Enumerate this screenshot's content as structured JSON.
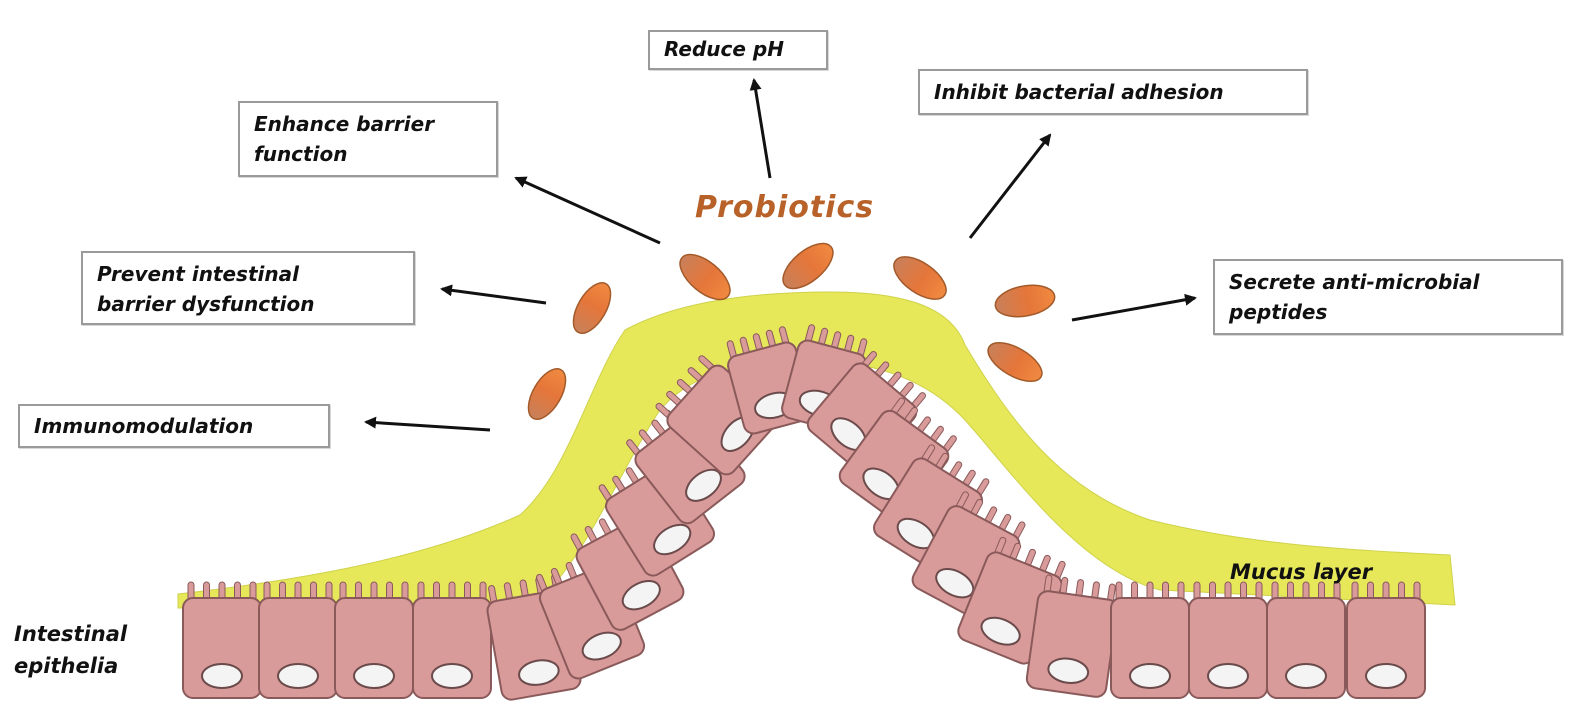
{
  "title": "Probiotics",
  "effects": {
    "reduce_ph": "Reduce pH",
    "inhibit_adhesion": "Inhibit bacterial adhesion",
    "enhance_barrier_line1": "Enhance barrier",
    "enhance_barrier_line2": "function",
    "prevent_dysfunction_line1": "Prevent intestinal",
    "prevent_dysfunction_line2": "barrier dysfunction",
    "secrete_peptides_line1": "Secrete anti-microbial",
    "secrete_peptides_line2": "peptides",
    "immunomodulation": "Immunomodulation"
  },
  "labels": {
    "mucus_layer": "Mucus layer",
    "epithelia_line1": "Intestinal",
    "epithelia_line2": "epithelia"
  },
  "colors": {
    "mucus": "#e6e85a",
    "cell_fill": "#d99a9a",
    "cell_stroke": "#8a5a5a",
    "nucleus": "#f4f4f4",
    "bacteria": "#e07a38",
    "title": "#b8622a"
  }
}
